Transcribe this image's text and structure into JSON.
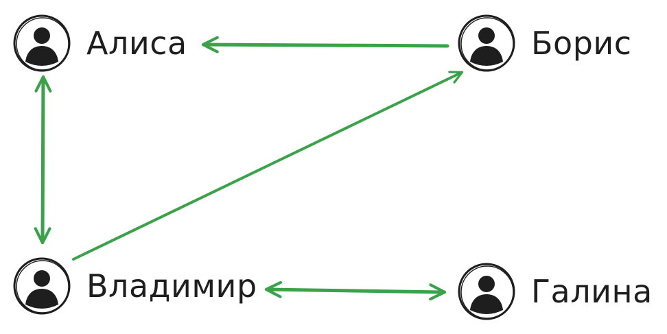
{
  "colors": {
    "edge": "#3aa34a",
    "stroke": "#1e1e1e",
    "background": "#ffffff"
  },
  "icon": "user-avatar-icon",
  "nodes": [
    {
      "id": "alisa",
      "label": "Алиса"
    },
    {
      "id": "boris",
      "label": "Борис"
    },
    {
      "id": "vladimir",
      "label": "Владимир"
    },
    {
      "id": "galina",
      "label": "Галина"
    }
  ],
  "edges": [
    {
      "from": "boris",
      "to": "alisa",
      "direction": "forward"
    },
    {
      "from": "alisa",
      "to": "vladimir",
      "direction": "both"
    },
    {
      "from": "vladimir",
      "to": "boris",
      "direction": "forward"
    },
    {
      "from": "vladimir",
      "to": "galina",
      "direction": "both"
    }
  ]
}
